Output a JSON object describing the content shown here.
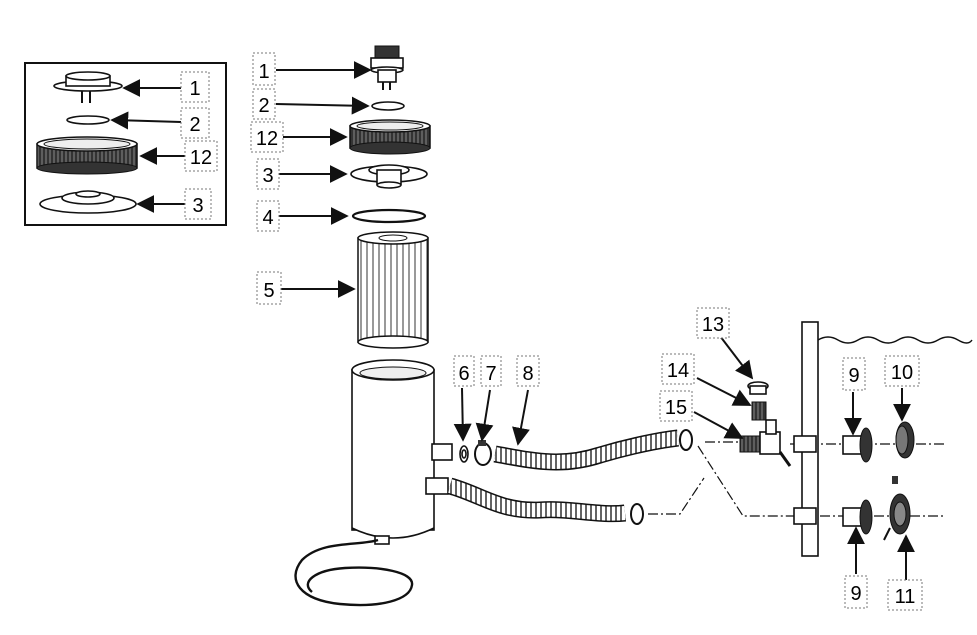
{
  "inset_labels": [
    "1",
    "2",
    "12",
    "3"
  ],
  "main_labels": [
    "1",
    "2",
    "12",
    "3",
    "4",
    "5"
  ],
  "hose_labels": [
    "6",
    "7",
    "8"
  ],
  "valve_labels": [
    "13",
    "14",
    "15"
  ],
  "wall_labels": [
    "9",
    "10",
    "9",
    "11"
  ]
}
